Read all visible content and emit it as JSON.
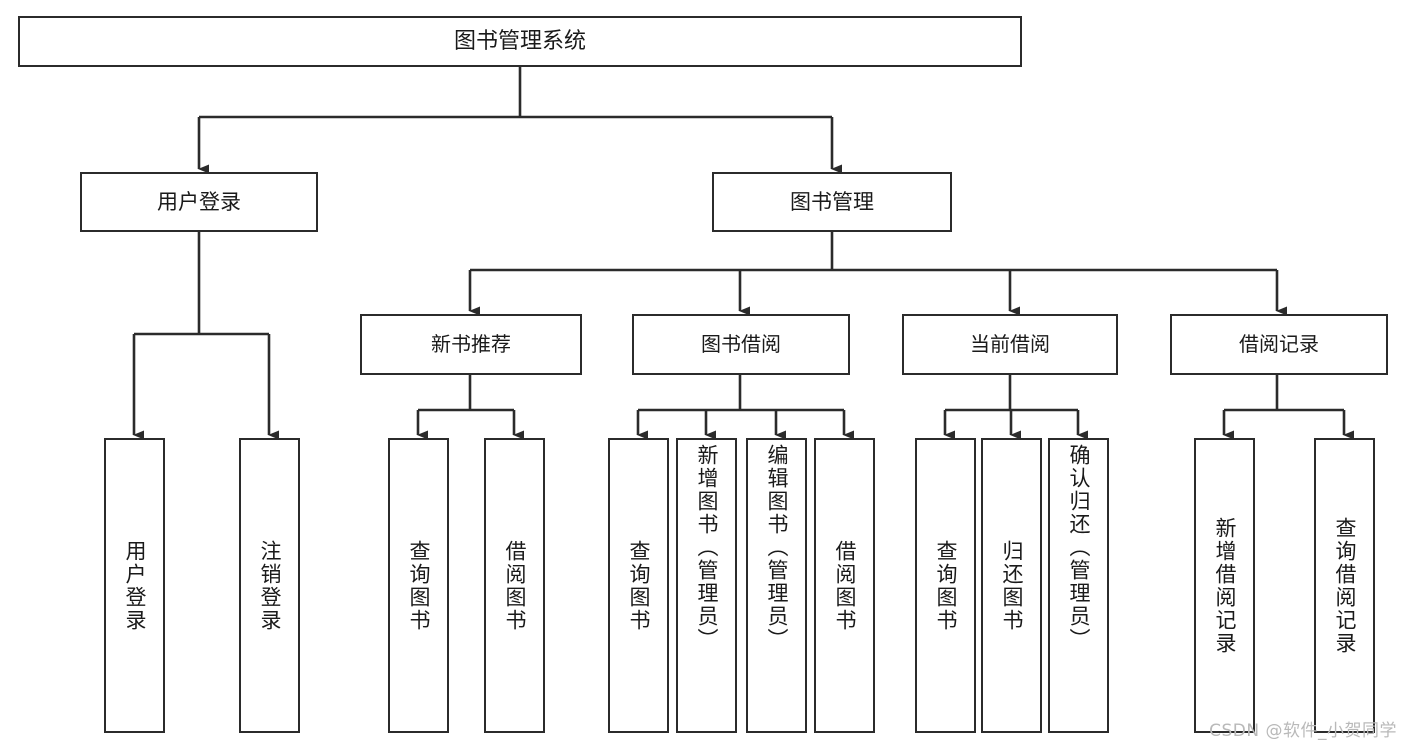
{
  "diagram": {
    "title": "图书管理系统",
    "type": "tree",
    "watermark": "CSDN @软件_小贺同学",
    "colors": {
      "stroke": "#2b2b2b",
      "box_fill": "#ffffff",
      "text": "#1a1a1a",
      "watermark": "#b9b9b9",
      "background": "#ffffff"
    },
    "nodes": {
      "root": {
        "label": "图书管理系统"
      },
      "level2": [
        {
          "id": "user-login",
          "label": "用户登录"
        },
        {
          "id": "book-manage",
          "label": "图书管理"
        }
      ],
      "level3": [
        {
          "id": "new-book-recommend",
          "label": "新书推荐"
        },
        {
          "id": "book-borrow",
          "label": "图书借阅"
        },
        {
          "id": "current-borrow",
          "label": "当前借阅"
        },
        {
          "id": "borrow-record",
          "label": "借阅记录"
        }
      ],
      "leaves": {
        "user-login": [
          {
            "id": "leaf-user-login",
            "label": "用户登录"
          },
          {
            "id": "leaf-logout-login",
            "label": "注销登录"
          }
        ],
        "new-book-recommend": [
          {
            "id": "leaf-query-book-1",
            "label": "查询图书"
          },
          {
            "id": "leaf-borrow-book-1",
            "label": "借阅图书"
          }
        ],
        "book-borrow": [
          {
            "id": "leaf-query-book-2",
            "label": "查询图书"
          },
          {
            "id": "leaf-add-book",
            "label": "新增图书（管理员）"
          },
          {
            "id": "leaf-edit-book",
            "label": "编辑图书（管理员）"
          },
          {
            "id": "leaf-borrow-book-2",
            "label": "借阅图书"
          }
        ],
        "current-borrow": [
          {
            "id": "leaf-query-book-3",
            "label": "查询图书"
          },
          {
            "id": "leaf-return-book",
            "label": "归还图书"
          },
          {
            "id": "leaf-confirm-return",
            "label": "确认归还（管理员）"
          }
        ],
        "borrow-record": [
          {
            "id": "leaf-add-record",
            "label": "新增借阅记录"
          },
          {
            "id": "leaf-query-record",
            "label": "查询借阅记录"
          }
        ]
      }
    }
  }
}
